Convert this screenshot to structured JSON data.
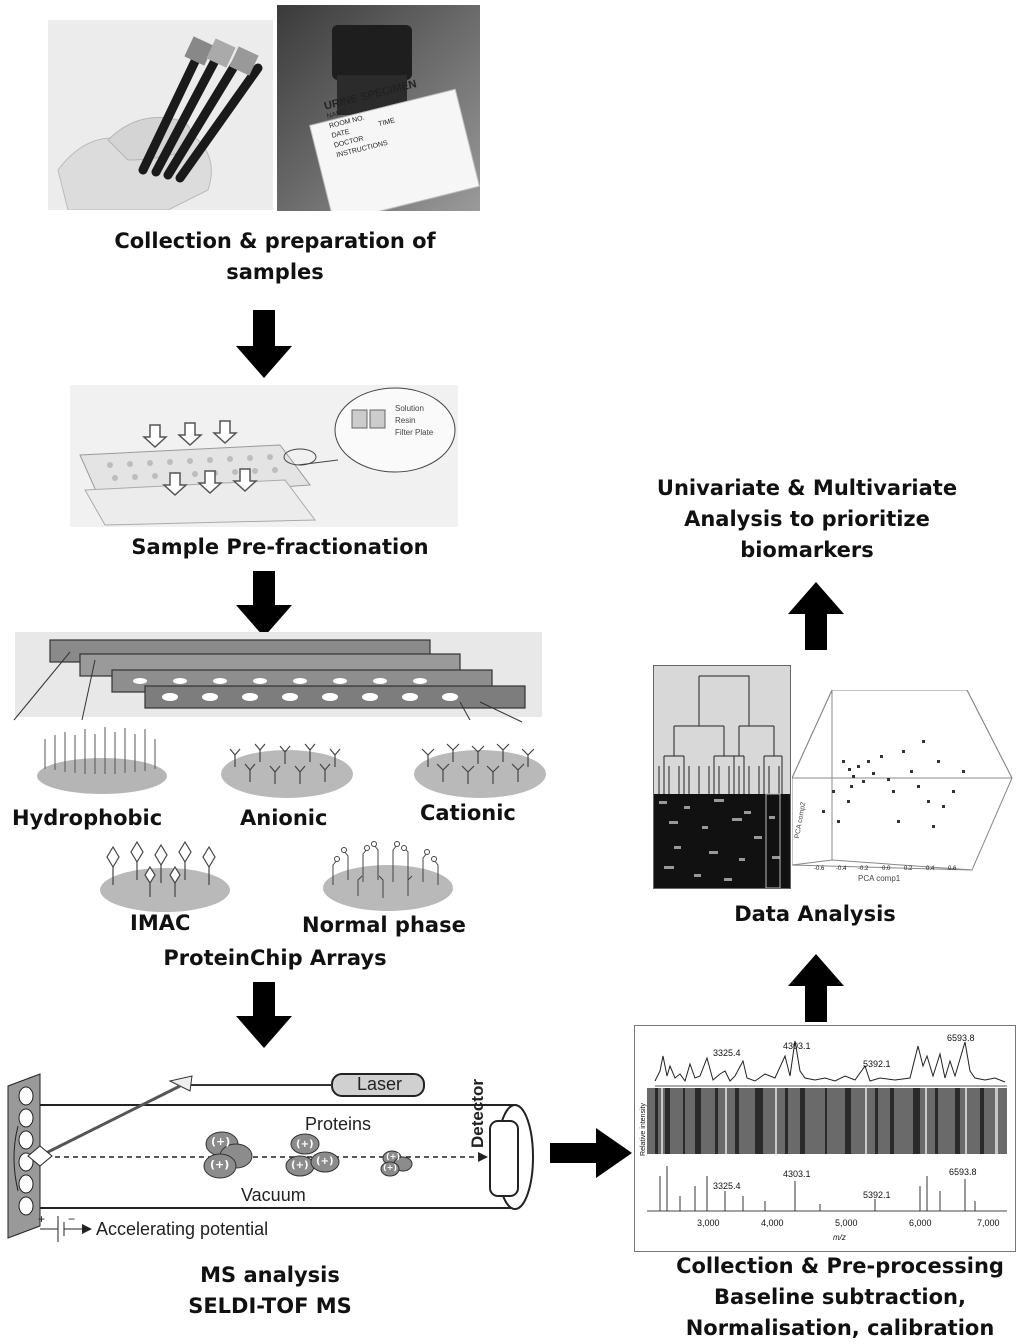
{
  "captions": {
    "collection": [
      "Collection & preparation of",
      "samples"
    ],
    "prefractionation": "Sample Pre-fractionation",
    "protein_chip": "ProteinChip Arrays",
    "ms_analysis": [
      "MS analysis",
      "SELDI-TOF MS"
    ],
    "preprocessing": [
      "Collection & Pre-processing",
      "Baseline subtraction,",
      "Normalisation, calibration"
    ],
    "data_analysis": "Data Analysis",
    "univariate": [
      "Univariate & Multivariate",
      "Analysis to prioritize",
      "biomarkers"
    ]
  },
  "urine_label": {
    "title": "URINE SPECIMEN",
    "fields": [
      "NAME",
      "ROOM NO.",
      "DATE",
      "DOCTOR",
      "INSTRUCTIONS"
    ],
    "time": "TIME"
  },
  "filter_plate_labels": [
    "Solution",
    "Resin",
    "Filter Plate"
  ],
  "chip_surfaces": [
    "Hydrophobic",
    "Anionic",
    "Cationic",
    "IMAC",
    "Normal phase"
  ],
  "ms_diagram": {
    "laser": "Laser",
    "proteins": "Proteins",
    "vacuum": "Vacuum",
    "detector": "Detector",
    "accelerating": "Accelerating potential",
    "ions": [
      "(+)",
      "(+)",
      "(+)",
      "(+)",
      "(+)",
      "(+)",
      "(+)"
    ]
  },
  "spectrum": {
    "peaks": [
      "3325.4",
      "4303.1",
      "5392.1",
      "6593.8"
    ],
    "ylabel": "Relative intensity",
    "xticks": [
      "3,000",
      "4,000",
      "5,000",
      "6,000",
      "7,000"
    ],
    "xlabel": "m/z"
  },
  "pca": {
    "xlabel": "PCA comp1",
    "ylabel": "PCA comp2",
    "xticks": [
      "-0.6",
      "-0.4",
      "-0.2",
      "0.0",
      "0.2",
      "0.4",
      "0.6"
    ]
  },
  "colors": {
    "arrow": "#000000",
    "text": "#111111",
    "panel_grey": "#d8d8d8"
  }
}
